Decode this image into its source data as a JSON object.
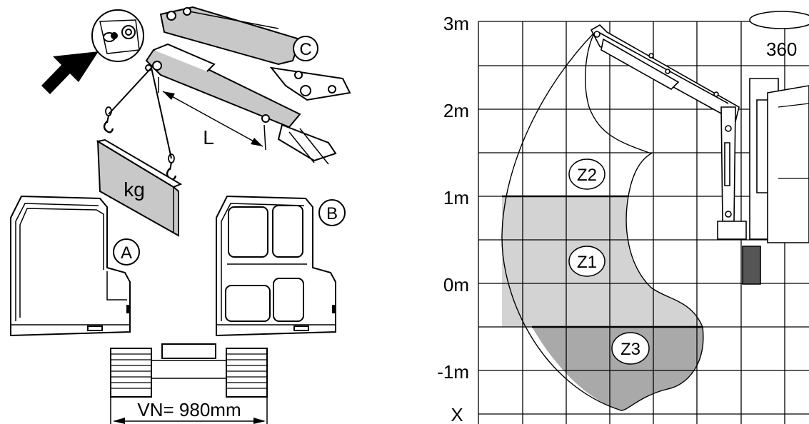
{
  "left_panel": {
    "callout_a": "A",
    "callout_b": "B",
    "callout_c": "C",
    "load_label": "kg",
    "length_label": "L",
    "track_width_label": "VN= 980mm"
  },
  "right_panel": {
    "y_axis_labels": [
      "3m",
      "2m",
      "1m",
      "0m",
      "-1m"
    ],
    "x_axis_label": "X",
    "rotation_label": "360",
    "zones": {
      "z1": "Z1",
      "z2": "Z2",
      "z3": "Z3"
    }
  },
  "colors": {
    "line": "#000000",
    "zone_light": "#d3d3d3",
    "zone_dark": "#a9a9a9",
    "boom_fill": "#c8c8c8",
    "load_fill": "#c8c8c8"
  }
}
